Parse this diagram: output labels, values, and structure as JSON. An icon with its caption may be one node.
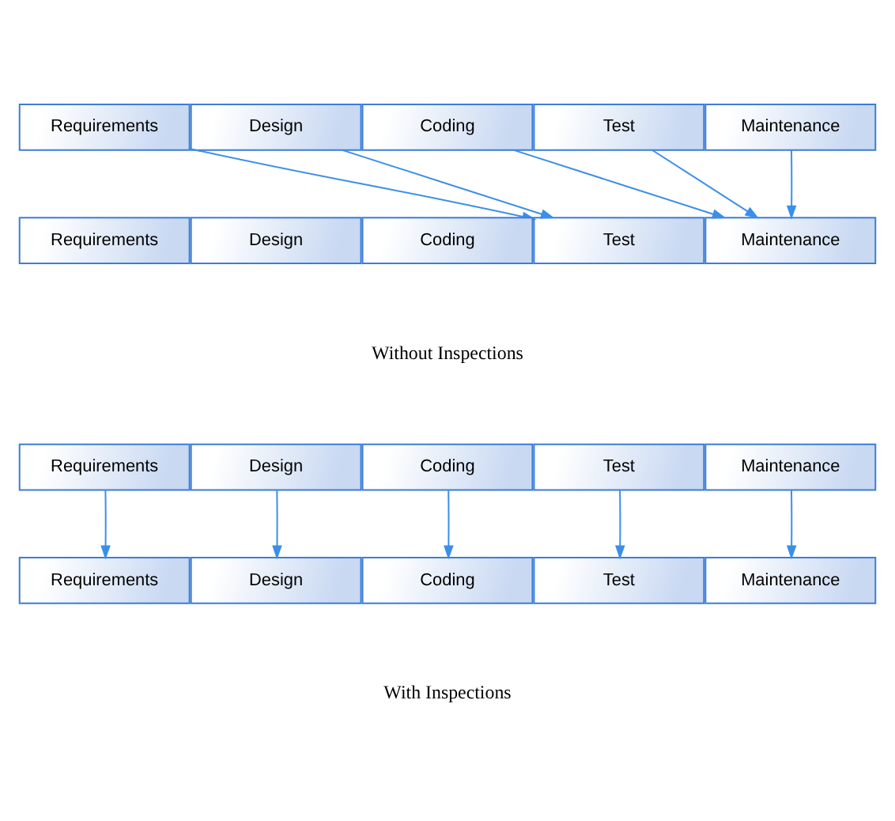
{
  "diagram": {
    "nodes": [
      {
        "text": [
          "Requirements"
        ]
      },
      {
        "text": [
          "Design"
        ]
      },
      {
        "text": [
          "Coding"
        ]
      },
      {
        "text": [
          "Test"
        ]
      },
      {
        "text": [
          "Maintenance"
        ]
      },
      {
        "text": [
          "Requirements"
        ]
      },
      {
        "text": [
          "Design"
        ]
      },
      {
        "text": [
          "Coding"
        ]
      },
      {
        "text": [
          "Test"
        ]
      },
      {
        "text": [
          "Maintenance"
        ]
      },
      {
        "text": [
          "Requirements"
        ]
      },
      {
        "text": [
          "Design"
        ]
      },
      {
        "text": [
          "Coding"
        ]
      },
      {
        "text": [
          "Test"
        ]
      },
      {
        "text": [
          "Maintenance"
        ]
      },
      {
        "text": [
          "Requirements"
        ]
      },
      {
        "text": [
          "Design"
        ]
      },
      {
        "text": [
          "Coding"
        ]
      },
      {
        "text": [
          "Test"
        ]
      },
      {
        "text": [
          "Maintenance"
        ]
      }
    ],
    "edges": [
      {
        "from": 0,
        "to": 8,
        "arrow": "to"
      },
      {
        "from": 1,
        "to": 8,
        "arrow": "to"
      },
      {
        "from": 2,
        "to": 9,
        "arrow": "to"
      },
      {
        "from": 3,
        "to": 9,
        "arrow": "to"
      },
      {
        "from": 4,
        "to": 9,
        "arrow": "to"
      },
      {
        "from": 10,
        "to": 15,
        "arrow": "to"
      },
      {
        "from": 11,
        "to": 16,
        "arrow": "to"
      },
      {
        "from": 12,
        "to": 17,
        "arrow": "to"
      },
      {
        "from": 13,
        "to": 18,
        "arrow": "to"
      },
      {
        "from": 14,
        "to": 19,
        "arrow": "to"
      }
    ],
    "labels": [
      "Without Inspections",
      "With Inspections"
    ]
  }
}
